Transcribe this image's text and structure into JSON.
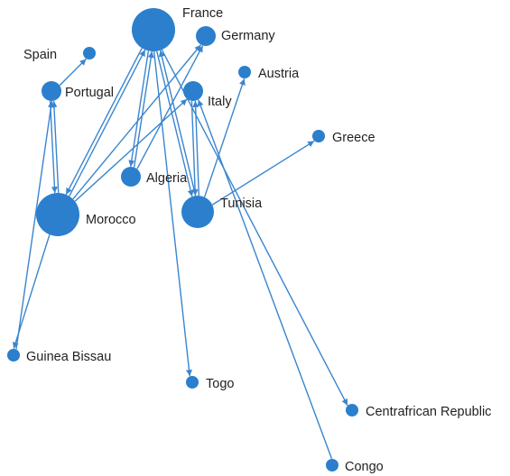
{
  "colors": {
    "node": "#2b7fcc",
    "edge": "#3a85cf",
    "label": "#222222"
  },
  "nodes": [
    {
      "id": "france",
      "label": "France",
      "size": "large"
    },
    {
      "id": "germany",
      "label": "Germany",
      "size": "small"
    },
    {
      "id": "spain",
      "label": "Spain",
      "size": "tiny"
    },
    {
      "id": "austria",
      "label": "Austria",
      "size": "tiny"
    },
    {
      "id": "portugal",
      "label": "Portugal",
      "size": "small"
    },
    {
      "id": "italy",
      "label": "Italy",
      "size": "small"
    },
    {
      "id": "greece",
      "label": "Greece",
      "size": "tiny"
    },
    {
      "id": "algeria",
      "label": "Algeria",
      "size": "small"
    },
    {
      "id": "morocco",
      "label": "Morocco",
      "size": "large"
    },
    {
      "id": "tunisia",
      "label": "Tunisia",
      "size": "medium"
    },
    {
      "id": "guinea_bissau",
      "label": "Guinea Bissau",
      "size": "tiny"
    },
    {
      "id": "togo",
      "label": "Togo",
      "size": "tiny"
    },
    {
      "id": "centrafrican",
      "label": "Centrafrican Republic",
      "size": "tiny"
    },
    {
      "id": "congo",
      "label": "Congo",
      "size": "tiny"
    }
  ],
  "edges": [
    {
      "from": "morocco",
      "to": "france"
    },
    {
      "from": "france",
      "to": "morocco"
    },
    {
      "from": "morocco",
      "to": "germany"
    },
    {
      "from": "morocco",
      "to": "italy"
    },
    {
      "from": "morocco",
      "to": "portugal"
    },
    {
      "from": "portugal",
      "to": "morocco"
    },
    {
      "from": "portugal",
      "to": "spain"
    },
    {
      "from": "morocco",
      "to": "guinea_bissau"
    },
    {
      "from": "guinea_bissau",
      "to": "portugal"
    },
    {
      "from": "algeria",
      "to": "france"
    },
    {
      "from": "france",
      "to": "algeria"
    },
    {
      "from": "algeria",
      "to": "germany"
    },
    {
      "from": "tunisia",
      "to": "france"
    },
    {
      "from": "france",
      "to": "tunisia"
    },
    {
      "from": "tunisia",
      "to": "italy"
    },
    {
      "from": "italy",
      "to": "tunisia"
    },
    {
      "from": "tunisia",
      "to": "austria"
    },
    {
      "from": "tunisia",
      "to": "greece"
    },
    {
      "from": "france",
      "to": "togo"
    },
    {
      "from": "france",
      "to": "centrafrican"
    },
    {
      "from": "congo",
      "to": "italy"
    }
  ]
}
